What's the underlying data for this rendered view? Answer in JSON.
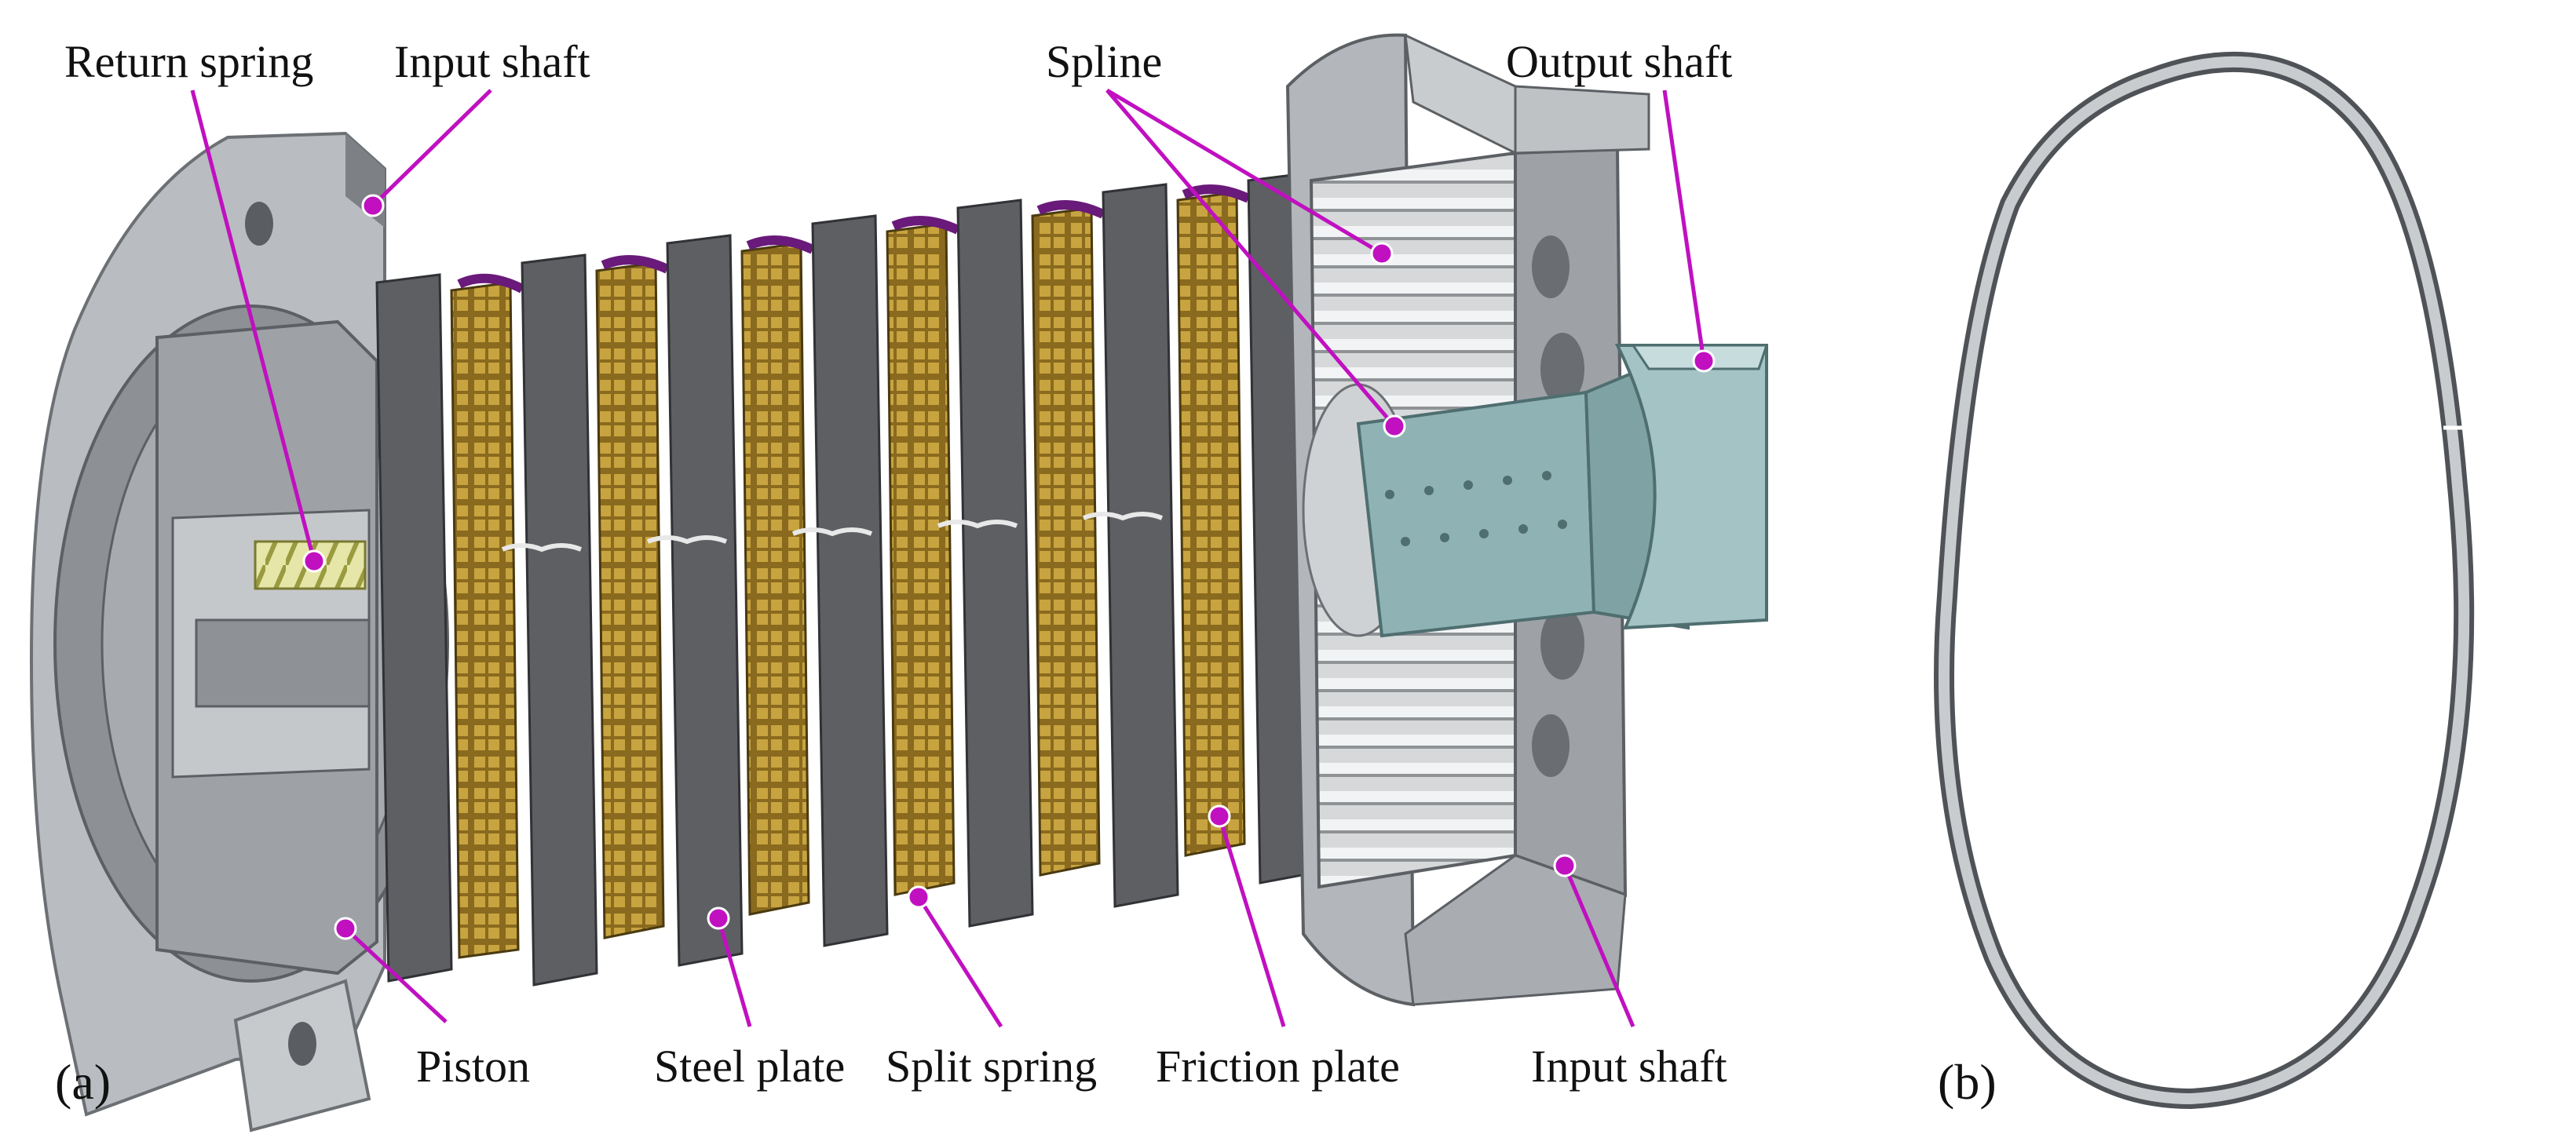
{
  "panels": {
    "a": "(a)",
    "b": "(b)"
  },
  "labels": {
    "return_spring": "Return spring",
    "input_shaft_top": "Input shaft",
    "spline": "Spline",
    "output_shaft": "Output shaft",
    "piston": "Piston",
    "steel_plate": "Steel plate",
    "split_spring": "Split spring",
    "friction_plate": "Friction plate",
    "input_shaft_bottom": "Input shaft"
  },
  "colors": {
    "leader": "#c010c0",
    "housing": "#9a9ea3",
    "plate_dark": "#5a5c60",
    "friction": "#8a6a1e",
    "split_spring": "#6a1a7a",
    "output_shaft": "#8fb3b5",
    "return_spring": "#d8d88a"
  }
}
